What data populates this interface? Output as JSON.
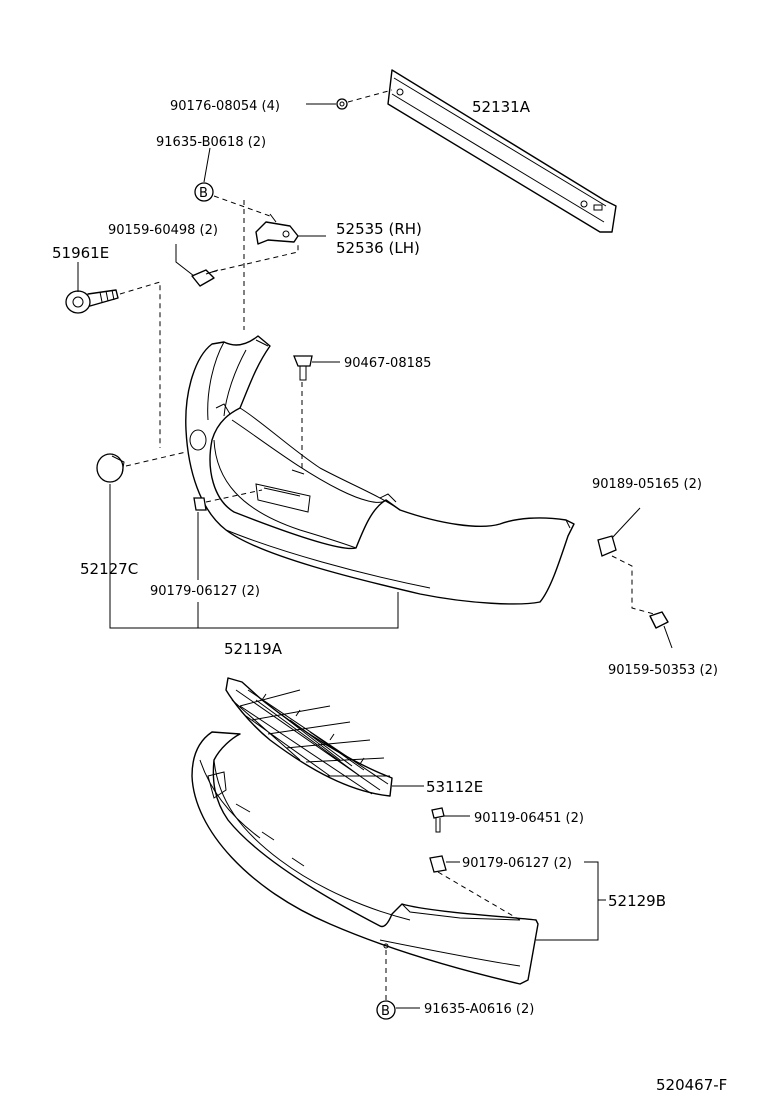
{
  "diagram": {
    "labels": {
      "p_90176": "90176-08054 (4)",
      "p_52131A": "52131A",
      "p_91635B": "91635-B0618 (2)",
      "p_90159a": "90159-60498 (2)",
      "p_52535": "52535 (RH)",
      "p_52536": "52536 (LH)",
      "p_51961E": "51961E",
      "p_90467": "90467-08185",
      "p_90189": "90189-05165 (2)",
      "p_52127C": "52127C",
      "p_90179a": "90179-06127 (2)",
      "p_90159b": "90159-50353 (2)",
      "p_52119A": "52119A",
      "p_53112E": "53112E",
      "p_90119": "90119-06451 (2)",
      "p_90179b": "90179-06127 (2)",
      "p_52129B": "52129B",
      "p_91635A": "91635-A0616 (2)",
      "marker_b1": "B",
      "marker_b2": "B",
      "figure_code": "520467-F"
    },
    "colors": {
      "ink": "#000000",
      "paper": "#ffffff"
    }
  }
}
